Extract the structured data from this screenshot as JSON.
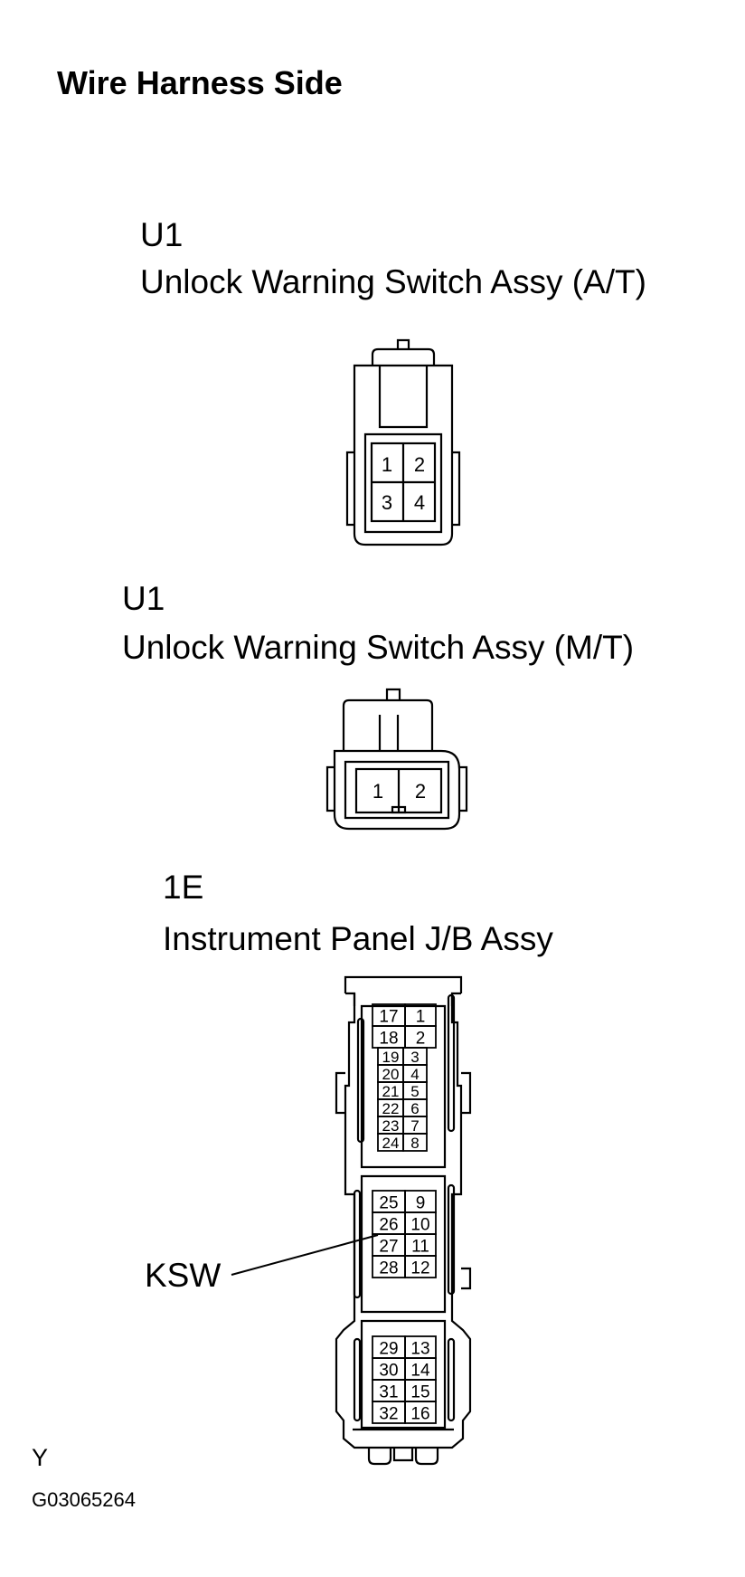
{
  "title": "Wire Harness Side",
  "connectors": [
    {
      "code": "U1",
      "name": "Unlock Warning Switch Assy (A/T)",
      "pins": [
        "1",
        "2",
        "3",
        "4"
      ]
    },
    {
      "code": "U1",
      "name": "Unlock Warning Switch Assy (M/T)",
      "pins": [
        "1",
        "2"
      ]
    },
    {
      "code": "1E",
      "name": "Instrument Panel J/B Assy",
      "pins": [
        "17",
        "1",
        "18",
        "2",
        "19",
        "3",
        "20",
        "4",
        "21",
        "5",
        "22",
        "6",
        "23",
        "7",
        "24",
        "8",
        "25",
        "9",
        "26",
        "10",
        "27",
        "11",
        "28",
        "12",
        "29",
        "13",
        "30",
        "14",
        "31",
        "15",
        "32",
        "16"
      ],
      "callout": "KSW"
    }
  ],
  "footer": {
    "letter": "Y",
    "figure_id": "G03065264"
  }
}
